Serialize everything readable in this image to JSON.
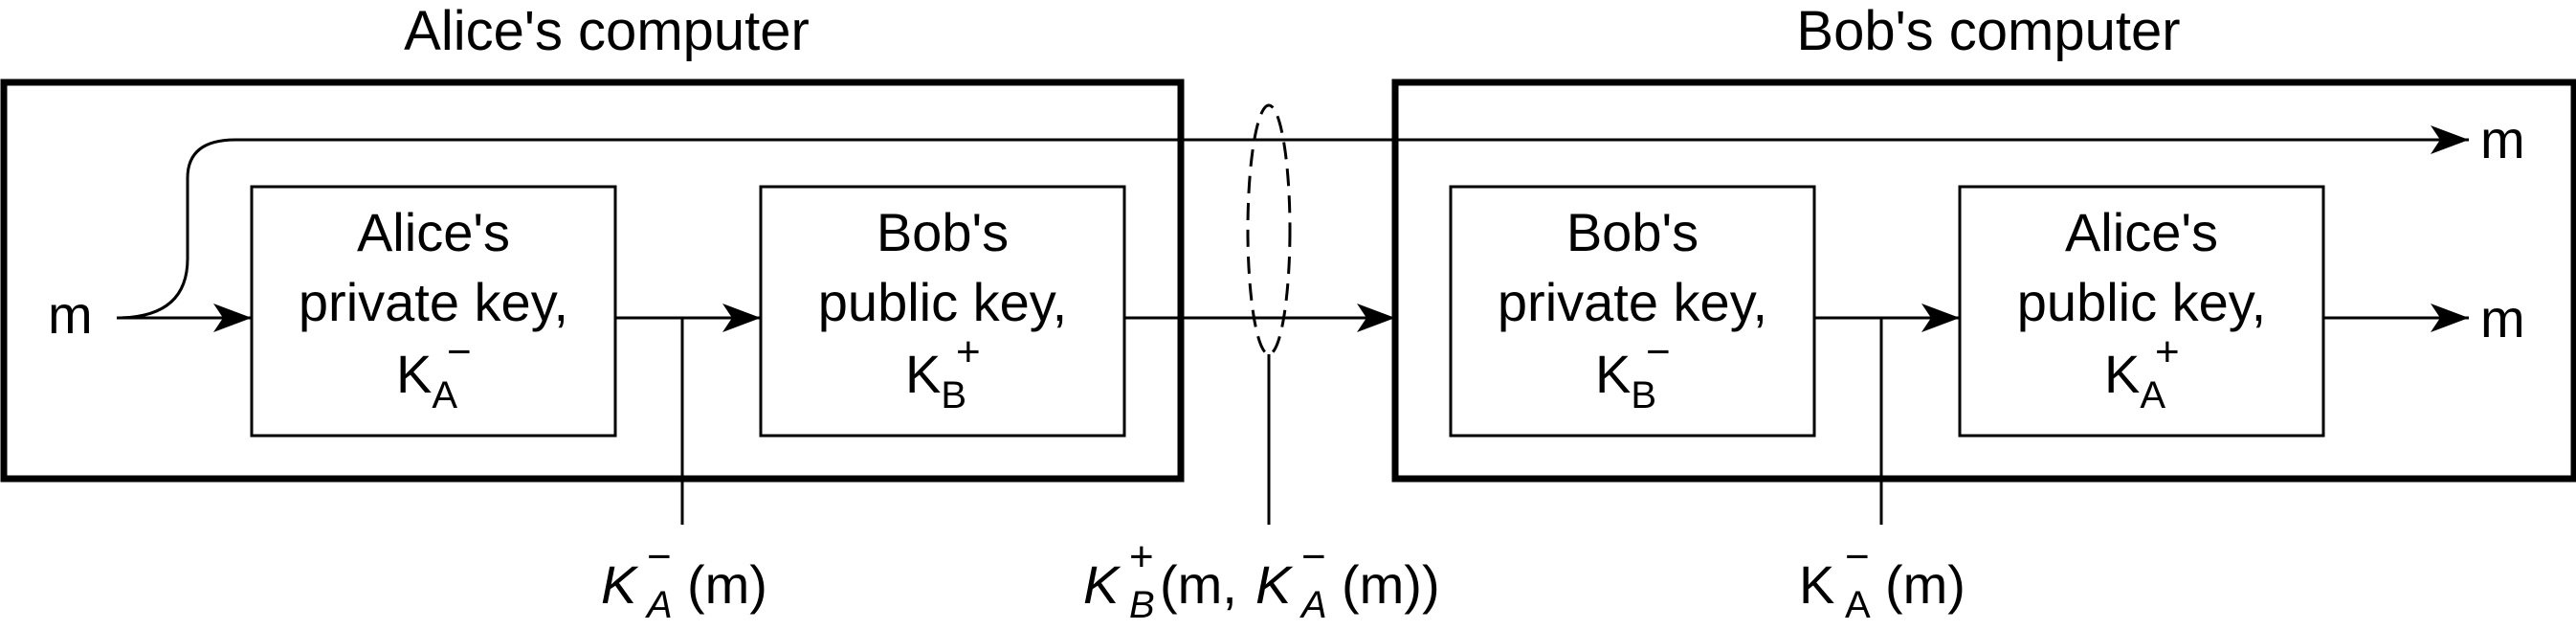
{
  "computers": {
    "alice": {
      "title": "Alice's computer"
    },
    "bob": {
      "title": "Bob's computer"
    }
  },
  "boxes": {
    "alice_private": {
      "line1": "Alice's",
      "line2": "private key,",
      "key": "K",
      "sub": "A",
      "sup": "−"
    },
    "bob_public": {
      "line1": "Bob's",
      "line2": "public key,",
      "key": "K",
      "sub": "B",
      "sup": "+"
    },
    "bob_private": {
      "line1": "Bob's",
      "line2": "private key,",
      "key": "K",
      "sub": "B",
      "sup": "−"
    },
    "alice_public": {
      "line1": "Alice's",
      "line2": "public key,",
      "key": "K",
      "sub": "A",
      "sup": "+"
    }
  },
  "signals": {
    "m_input": "m",
    "m_output_top": "m",
    "m_output_bottom": "m"
  },
  "taps": {
    "tap1": {
      "key": "K",
      "sub": "A",
      "sup": "−",
      "arg": "(m)"
    },
    "tap2": {
      "key": "K",
      "sub": "B",
      "sup": "+",
      "open": "(m,",
      "key2": "K",
      "sub2": "A",
      "sup2": "−",
      "close": "(m))"
    },
    "tap3": {
      "key": "K",
      "sub": "A",
      "sup": "−",
      "arg": "(m)"
    }
  }
}
